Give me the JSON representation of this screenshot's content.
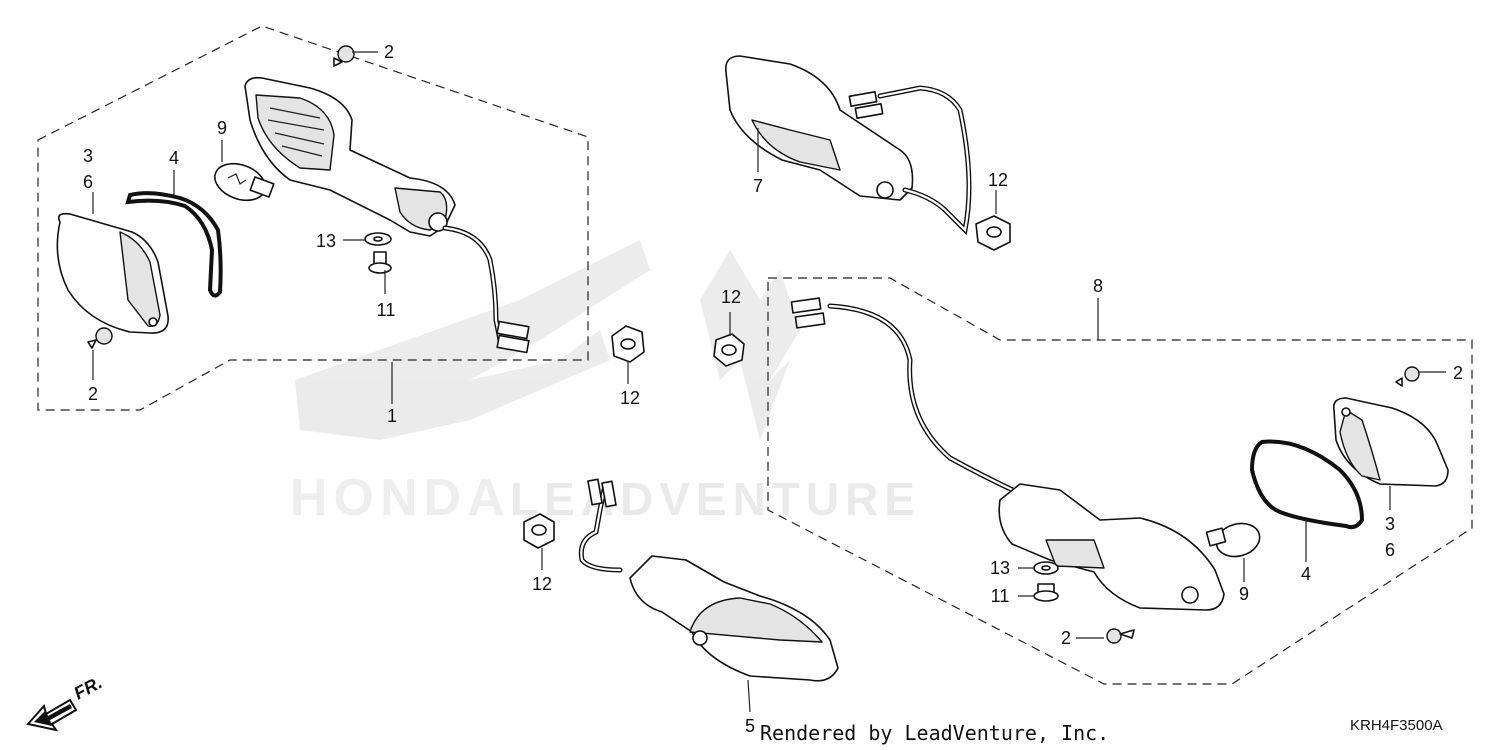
{
  "callouts": {
    "l_2a": "2",
    "l_36_a": "3",
    "l_36_b": "6",
    "l_4": "4",
    "l_9": "9",
    "l_13": "13",
    "l_11": "11",
    "l_2b": "2",
    "l_1": "1",
    "l_12a": "12",
    "l_7": "7",
    "l_12b": "12",
    "l_12c": "12",
    "l_8": "8",
    "l_12d": "12",
    "r_2a": "2",
    "r_36_a": "3",
    "r_36_b": "6",
    "r_4": "4",
    "r_9": "9",
    "r_13": "13",
    "r_11": "11",
    "r_2b": "2",
    "l_5": "5"
  },
  "watermark": {
    "brand_text": "HONDA",
    "site_text": "LEADVENTURE"
  },
  "direction_label": "FR.",
  "credit": "Rendered by LeadVenture, Inc.",
  "diagram_code": "KRH4F3500A"
}
